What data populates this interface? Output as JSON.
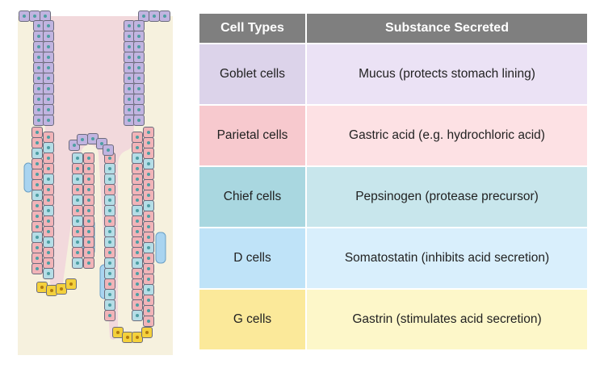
{
  "table": {
    "headers": [
      "Cell Types",
      "Substance Secreted"
    ],
    "rows": [
      {
        "cell_type": "Goblet cells",
        "substance": "Mucus (protects stomach lining)",
        "type_color": "#dcd3ea",
        "substance_color": "#ebe2f5"
      },
      {
        "cell_type": "Parietal cells",
        "substance": "Gastric acid (e.g. hydrochloric acid)",
        "type_color": "#f7c9ce",
        "substance_color": "#fde1e4"
      },
      {
        "cell_type": "Chief cells",
        "substance": "Pepsinogen (protease precursor)",
        "type_color": "#a9d7e0",
        "substance_color": "#c8e6ec"
      },
      {
        "cell_type": "D cells",
        "substance": "Somatostatin (inhibits acid secretion)",
        "type_color": "#bfe3f8",
        "substance_color": "#d9effc"
      },
      {
        "cell_type": "G cells",
        "substance": "Gastrin (stimulates acid secretion)",
        "type_color": "#fbe99a",
        "substance_color": "#fdf7c9"
      }
    ]
  },
  "diagram_colors": {
    "background": "#f6f1de",
    "lumen": "#f2d9dc",
    "goblet": "#c1b4e0",
    "parietal": "#f1b4b8",
    "chief": "#b5dde6",
    "d_cell": "#a9d4f0",
    "g_cell": "#f4d13c",
    "nucleus": "#4d9ea3",
    "g_nucleus": "#b07a10"
  }
}
